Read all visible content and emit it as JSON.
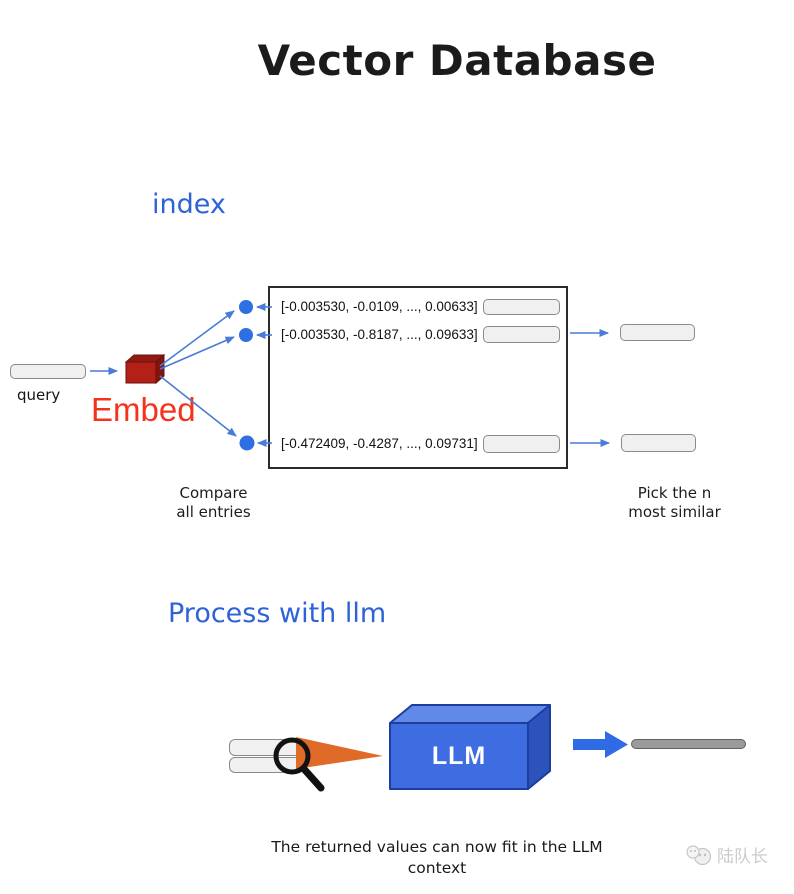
{
  "title": "Vector Database",
  "index_section": {
    "heading": "index",
    "query_label": "query",
    "embed_label": "Embed",
    "vector_rows": [
      "[-0.003530, -0.0109, ..., 0.00633]",
      "[-0.003530, -0.8187, ..., 0.09633]",
      "[-0.472409, -0.4287, ..., 0.09731]"
    ],
    "compare_caption": [
      "Compare",
      "all entries"
    ],
    "pick_caption": [
      "Pick the n",
      "most similar"
    ]
  },
  "process_section": {
    "heading": "Process with llm",
    "llm_label": "LLM",
    "caption": [
      "The returned values can now fit in the LLM",
      "context"
    ]
  },
  "watermark": {
    "text": "陆队长"
  },
  "colors": {
    "accent-blue": "#2e62d9",
    "arrow-blue": "#4a7bd8",
    "node-blue": "#2f6fe4",
    "thick-arrow-blue": "#2e6be4",
    "cube-red": "#b22018",
    "cube-red-top": "#911a12",
    "cube-red-side": "#7f150d",
    "embed-red": "#f5331c",
    "wedge-orange": "#e06a28",
    "llm-front-blue": "#3e6de2",
    "llm-top-blue": "#6189e8",
    "llm-side-blue": "#2c52bb",
    "box-fill-gray": "#f0f0f0",
    "box-border-gray": "#8a8a8a",
    "bar-gray": "#9b9b9b",
    "watermark-gray": "#cbcbcb"
  }
}
